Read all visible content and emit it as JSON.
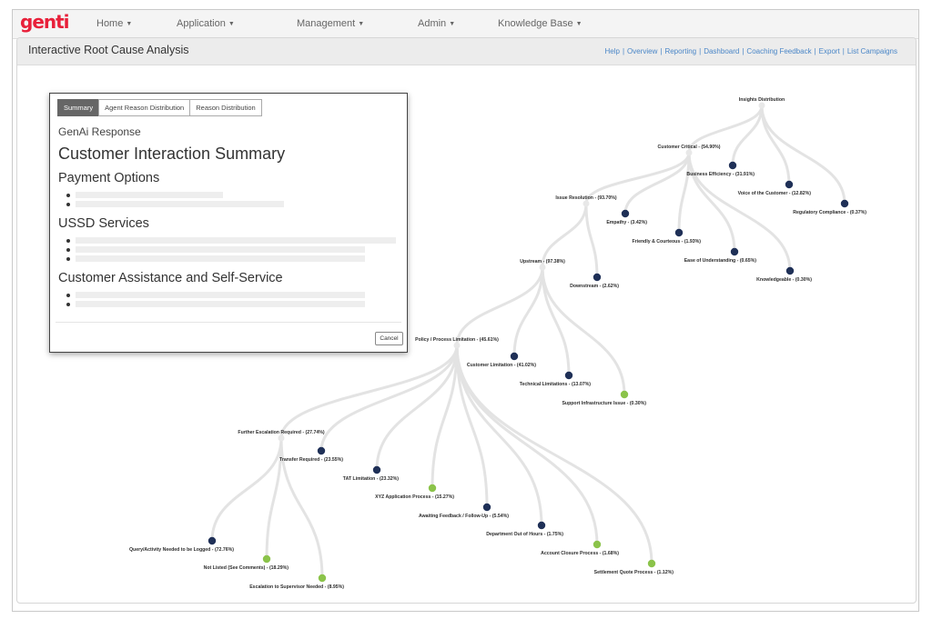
{
  "app": {
    "logo": "genti"
  },
  "nav": [
    {
      "label": "Home"
    },
    {
      "label": "Application"
    },
    {
      "label": "Management"
    },
    {
      "label": "Admin"
    },
    {
      "label": "Knowledge Base"
    }
  ],
  "panel": {
    "title": "Interactive Root Cause Analysis",
    "links": [
      "Help",
      "Overview",
      "Reporting",
      "Dashboard",
      "Coaching Feedback",
      "Export",
      "List Campaigns"
    ]
  },
  "modal": {
    "tabs": [
      "Summary",
      "Agent Reason Distribution",
      "Reason Distribution"
    ],
    "active_tab": "Summary",
    "subtitle": "GenAi Response",
    "title": "Customer Interaction Summary",
    "sections": [
      "Payment Options",
      "USSD Services",
      "Customer Assistance and Self-Service"
    ],
    "cancel_label": "Cancel"
  },
  "colors": {
    "internal_node": "#e8e8e8",
    "leaf_dark": "#1f3057",
    "leaf_green": "#8bc34a",
    "link": "#e3e3e3",
    "accent_red": "#e8203a",
    "link_blue": "#4a86c7"
  },
  "tree": {
    "nodes": [
      {
        "id": "root",
        "label": "Insights Distribution",
        "type": "internal"
      },
      {
        "id": "cc",
        "label": "Customer Critical - (54.90%)",
        "type": "internal"
      },
      {
        "id": "be",
        "label": "Business Efficiency - (31.91%)",
        "type": "dark"
      },
      {
        "id": "voc",
        "label": "Voice of the Customer - (12.82%)",
        "type": "dark"
      },
      {
        "id": "rc",
        "label": "Regulatory Compliance - (0.37%)",
        "type": "dark"
      },
      {
        "id": "ir",
        "label": "Issue Resolution - (93.70%)",
        "type": "internal"
      },
      {
        "id": "emp",
        "label": "Empathy - (3.42%)",
        "type": "dark"
      },
      {
        "id": "fc",
        "label": "Friendly & Courteous - (1.93%)",
        "type": "dark"
      },
      {
        "id": "eou",
        "label": "Ease of Understanding - (0.65%)",
        "type": "dark"
      },
      {
        "id": "kn",
        "label": "Knowledgeable - (0.30%)",
        "type": "dark"
      },
      {
        "id": "up",
        "label": "Upstream - (97.38%)",
        "type": "internal"
      },
      {
        "id": "down",
        "label": "Downstream - (2.62%)",
        "type": "dark"
      },
      {
        "id": "ppl",
        "label": "Policy / Process Limitation - (45.61%)",
        "type": "internal"
      },
      {
        "id": "cl",
        "label": "Customer Limitation - (41.02%)",
        "type": "dark"
      },
      {
        "id": "tl",
        "label": "Technical Limitations - (13.07%)",
        "type": "dark"
      },
      {
        "id": "sii",
        "label": "Support Infrastructure Issue - (0.30%)",
        "type": "green"
      },
      {
        "id": "fer",
        "label": "Further Escalation Required - (27.74%)",
        "type": "internal"
      },
      {
        "id": "tr",
        "label": "Transfer Required - (23.55%)",
        "type": "dark"
      },
      {
        "id": "tat",
        "label": "TAT Limitation - (23.32%)",
        "type": "dark"
      },
      {
        "id": "xyz",
        "label": "XYZ Application Process - (15.27%)",
        "type": "green"
      },
      {
        "id": "afu",
        "label": "Awaiting Feedback / Follow-Up - (5.54%)",
        "type": "dark"
      },
      {
        "id": "dooh",
        "label": "Department Out of Hours - (1.75%)",
        "type": "dark"
      },
      {
        "id": "acp",
        "label": "Account Closure Process - (1.68%)",
        "type": "green"
      },
      {
        "id": "sqp",
        "label": "Settlement Quote Process - (1.12%)",
        "type": "green"
      },
      {
        "id": "qa",
        "label": "Query/Activity Needed to be Logged - (72.76%)",
        "type": "dark"
      },
      {
        "id": "nl",
        "label": "Not Listed (See Comments) - (18.29%)",
        "type": "green"
      },
      {
        "id": "esn",
        "label": "Escalation to Supervisor Needed - (8.95%)",
        "type": "green"
      }
    ],
    "links": [
      [
        "root",
        "cc"
      ],
      [
        "root",
        "be"
      ],
      [
        "root",
        "voc"
      ],
      [
        "root",
        "rc"
      ],
      [
        "cc",
        "ir"
      ],
      [
        "cc",
        "emp"
      ],
      [
        "cc",
        "fc"
      ],
      [
        "cc",
        "eou"
      ],
      [
        "cc",
        "kn"
      ],
      [
        "ir",
        "up"
      ],
      [
        "ir",
        "down"
      ],
      [
        "up",
        "ppl"
      ],
      [
        "up",
        "cl"
      ],
      [
        "up",
        "tl"
      ],
      [
        "up",
        "sii"
      ],
      [
        "ppl",
        "fer"
      ],
      [
        "ppl",
        "tr"
      ],
      [
        "ppl",
        "tat"
      ],
      [
        "ppl",
        "xyz"
      ],
      [
        "ppl",
        "afu"
      ],
      [
        "ppl",
        "dooh"
      ],
      [
        "ppl",
        "acp"
      ],
      [
        "ppl",
        "sqp"
      ],
      [
        "fer",
        "qa"
      ],
      [
        "fer",
        "nl"
      ],
      [
        "fer",
        "esn"
      ]
    ]
  }
}
